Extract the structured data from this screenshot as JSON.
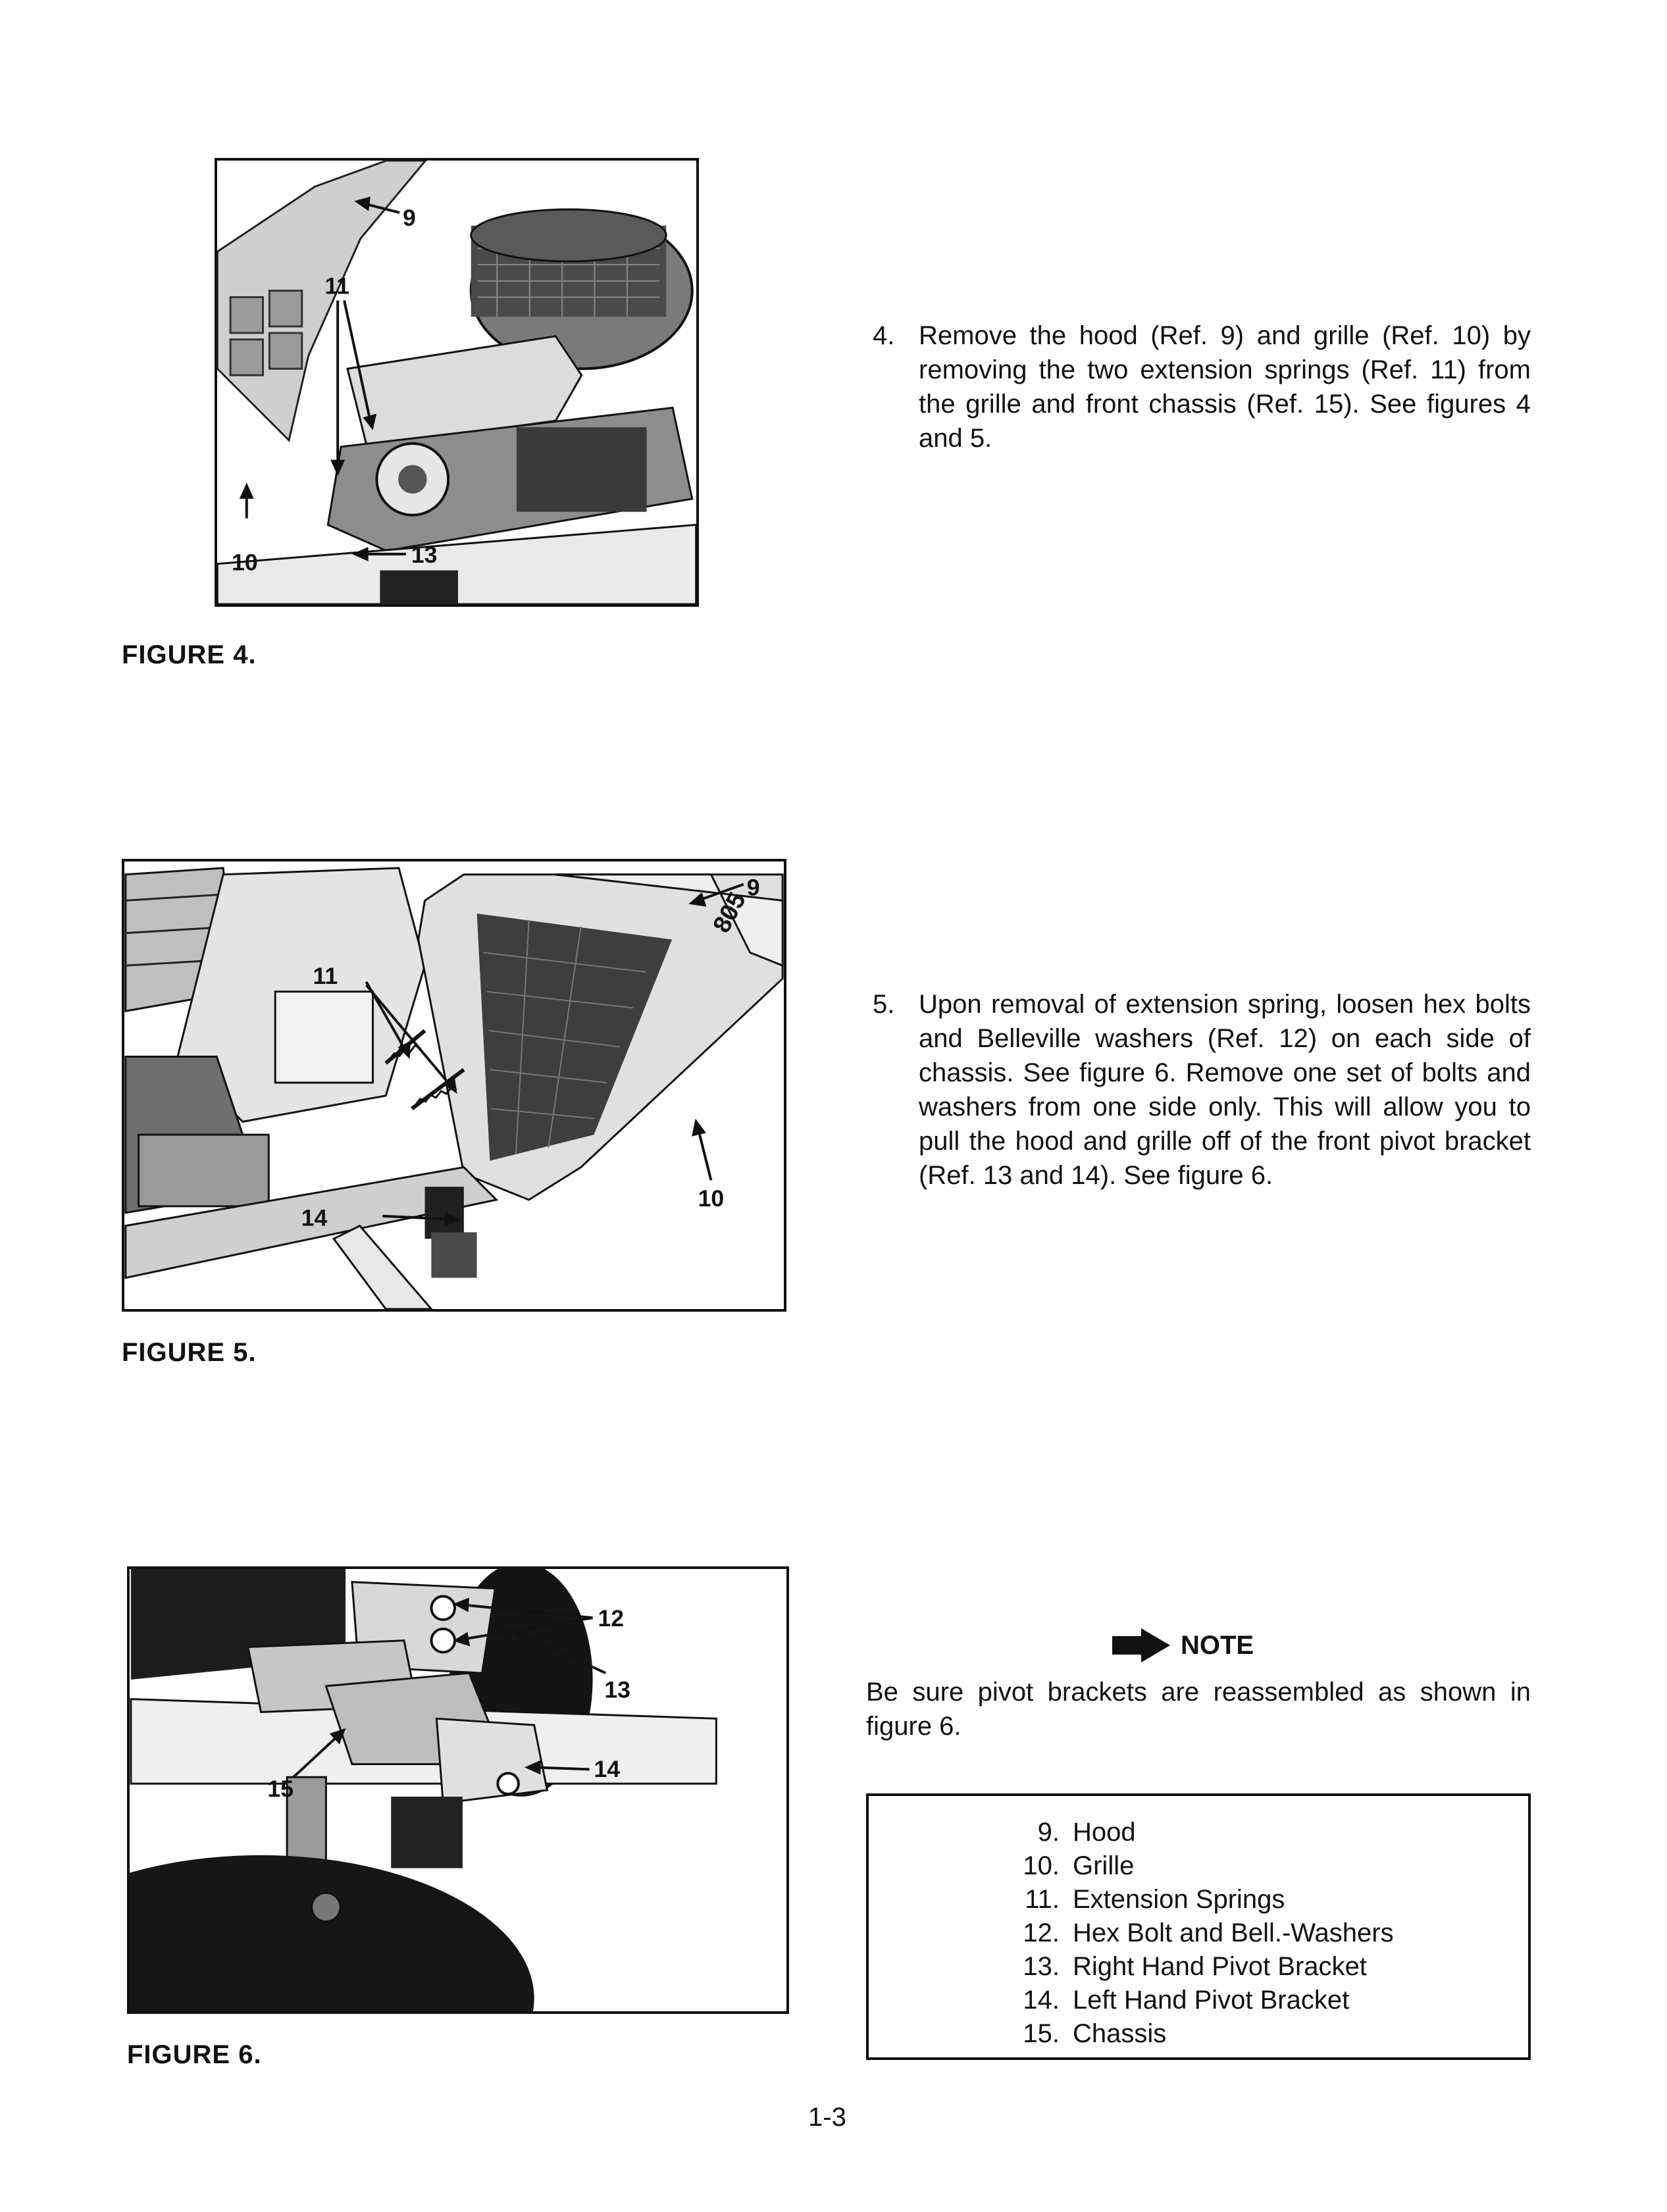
{
  "figures": [
    {
      "caption": "FIGURE 4.",
      "callouts": [
        "9",
        "11",
        "10",
        "13"
      ]
    },
    {
      "caption": "FIGURE 5.",
      "callouts": [
        "9",
        "805",
        "11",
        "10",
        "14"
      ]
    },
    {
      "caption": "FIGURE 6.",
      "callouts": [
        "12",
        "13",
        "15",
        "14"
      ]
    }
  ],
  "steps": [
    {
      "number": "4.",
      "text": "Remove the hood (Ref. 9) and grille (Ref. 10) by removing the two extension springs (Ref. 11) from the grille and front chassis (Ref. 15). See figures 4 and 5."
    },
    {
      "number": "5.",
      "text": "Upon removal of extension spring, loosen hex bolts and Belleville washers (Ref. 12) on each side of chassis. See figure 6. Remove one set of bolts and washers from one side only. This will allow you to pull the hood and grille off of the front pivot bracket (Ref. 13 and 14). See figure 6."
    }
  ],
  "note": {
    "heading": "NOTE",
    "text": "Be sure pivot brackets are reassembled as shown in figure 6."
  },
  "legend": [
    {
      "number": "9.",
      "label": "Hood"
    },
    {
      "number": "10.",
      "label": "Grille"
    },
    {
      "number": "11.",
      "label": "Extension Springs"
    },
    {
      "number": "12.",
      "label": "Hex Bolt and Bell.-Washers"
    },
    {
      "number": "13.",
      "label": "Right Hand Pivot Bracket"
    },
    {
      "number": "14.",
      "label": "Left Hand Pivot Bracket"
    },
    {
      "number": "15.",
      "label": "Chassis"
    }
  ],
  "page_number": "1-3"
}
